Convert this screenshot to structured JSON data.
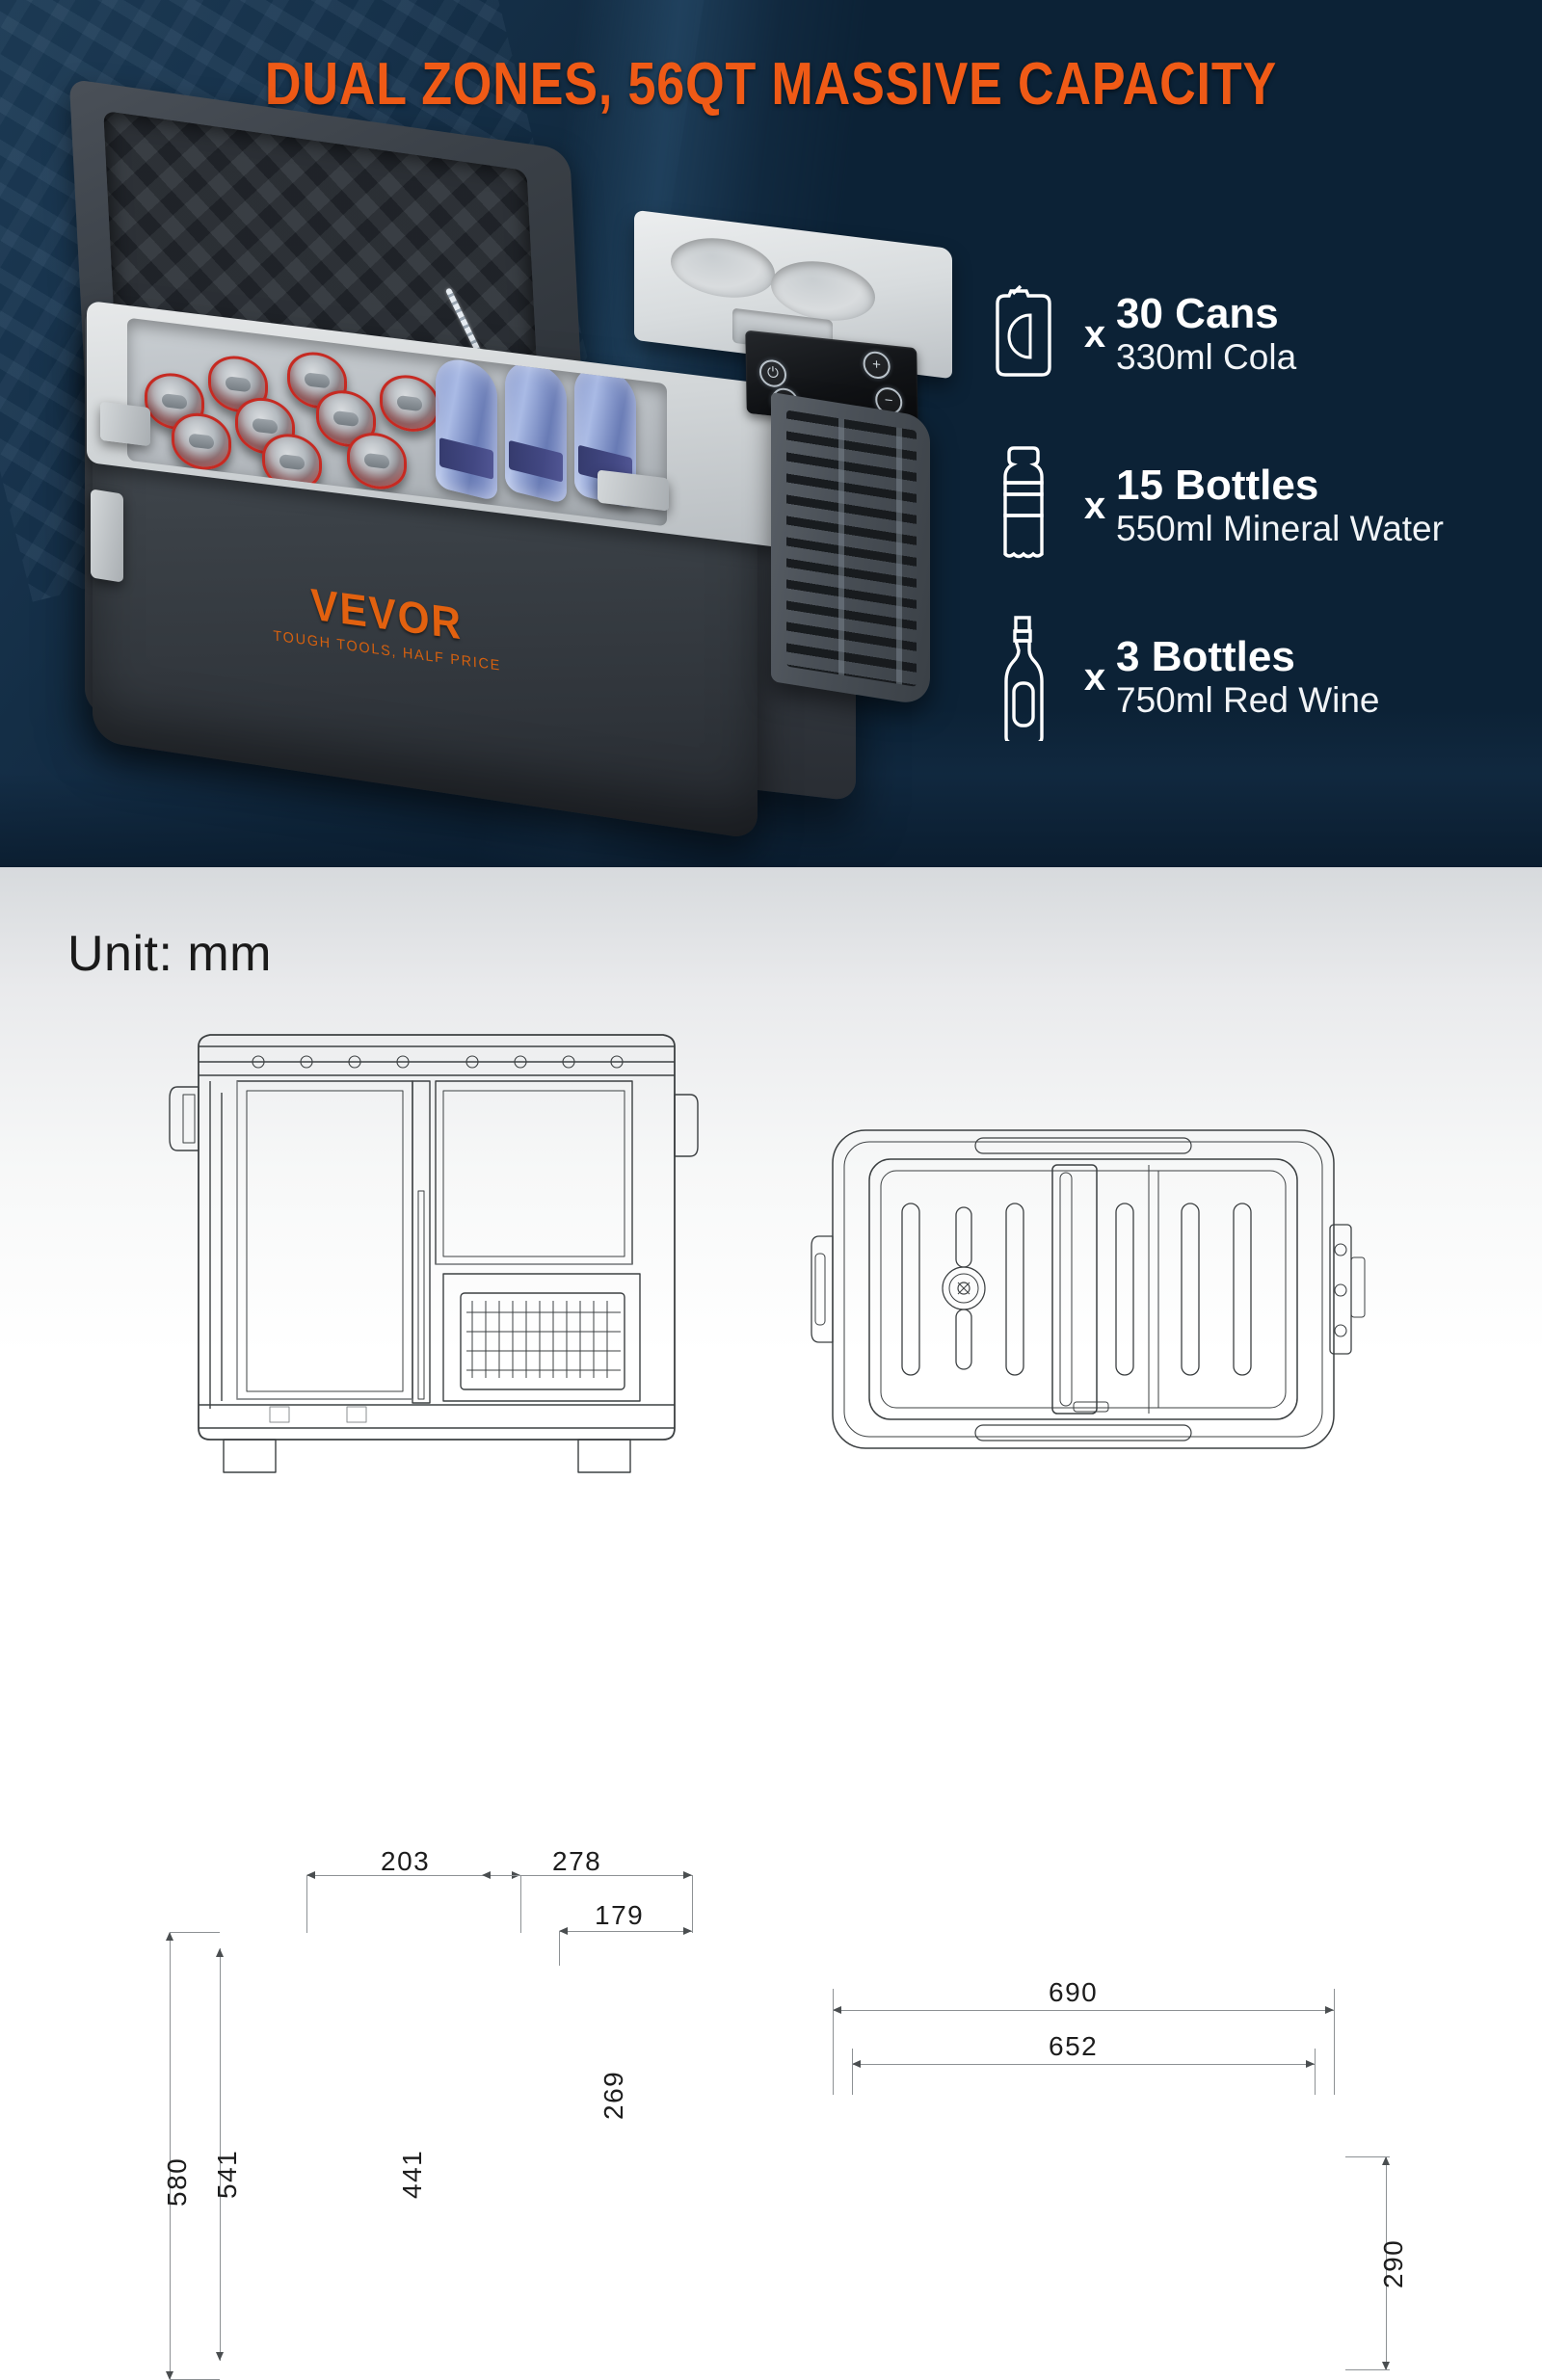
{
  "hero": {
    "headline": "DUAL ZONES, 56QT MASSIVE CAPACITY",
    "headline_color": "#ef5a16",
    "background_color": "#0c2236"
  },
  "product": {
    "brand_name": "VEVOR",
    "brand_tagline": "TOUGH TOOLS, HALF PRICE",
    "brand_color": "#e2610f",
    "control_panel": {
      "buttons": [
        {
          "name": "power-button",
          "glyph": "⏻"
        },
        {
          "name": "increase-button",
          "glyph": "+"
        },
        {
          "name": "decrease-button",
          "glyph": "−"
        },
        {
          "name": "settings-button",
          "glyph": "⚙"
        }
      ]
    }
  },
  "capacity": {
    "multiplier": "x",
    "items": [
      {
        "icon": "soda-can-icon",
        "count_label": "30 Cans",
        "detail_label": "330ml Cola"
      },
      {
        "icon": "water-bottle-icon",
        "count_label": "15 Bottles",
        "detail_label": "550ml Mineral Water"
      },
      {
        "icon": "wine-bottle-icon",
        "count_label": "3 Bottles",
        "detail_label": "750ml Red Wine"
      }
    ]
  },
  "dimensions": {
    "unit_label": "Unit: mm",
    "side_view": {
      "top_left": "203",
      "top_right": "278",
      "inner_right": "179",
      "outer_height": "580",
      "inner_height": "541",
      "compartment_large": "441",
      "compartment_small": "269"
    },
    "top_view": {
      "outer_width": "690",
      "inner_width": "652",
      "depth": "290"
    }
  }
}
